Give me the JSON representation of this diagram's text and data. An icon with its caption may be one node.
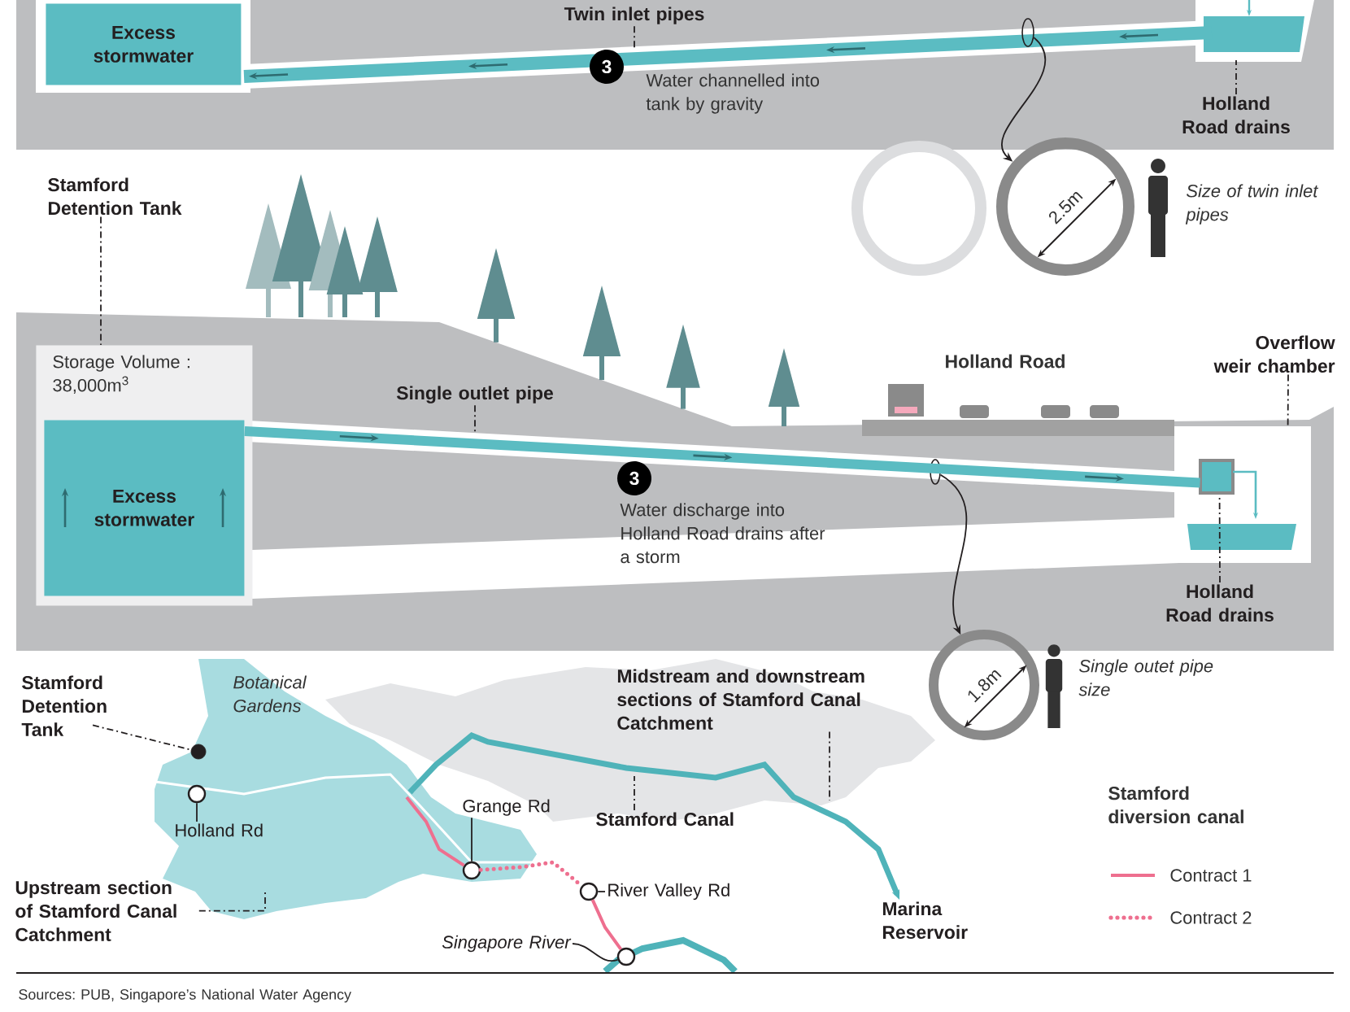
{
  "diagram": {
    "nodes": [
      {
        "text": [
          "Twin inlet pipes"
        ]
      },
      {
        "text": [
          "Excess stormwater"
        ]
      },
      {
        "text": [
          "3"
        ],
        "beside": [
          "Water channelled into tank by gravity"
        ]
      },
      {
        "text": [],
        "shape": "circle"
      },
      {
        "text": [
          "Holland Road drains"
        ]
      },
      {
        "text": [
          "2.5m"
        ],
        "beside": [
          "Size of twin inlet pipes"
        ]
      },
      {
        "text": [
          "Stamford Detention Tank"
        ]
      },
      {
        "text": [
          "Storage Volume : 38,000m$^{3}$"
        ]
      },
      {
        "text": [
          "Excess stormwater"
        ],
        "in": 7
      },
      {
        "text": [
          "Single outlet pipe"
        ]
      },
      {
        "text": [
          "3"
        ],
        "beside": [
          "Water discharge into Holland Road drains after a storm"
        ]
      },
      {
        "text": [],
        "shape": "circle"
      },
      {
        "text": [
          "Overflow weir chamber"
        ]
      },
      {
        "text": [
          "Holland Road drains"
        ]
      },
      {
        "text": [
          "1.8m"
        ],
        "beside": [
          "Single outet pipe size"
        ]
      },
      {
        "text": [
          "Stamford Detention Tank"
        ]
      },
      {
        "text": [],
        "shape": "circle"
      },
      {
        "text": [
          "Holland Rd"
        ]
      },
      {
        "text": [],
        "shape": "circle"
      },
      {
        "text": [
          "Grange Rd"
        ]
      },
      {
        "text": [],
        "shape": "circle"
      },
      {
        "text": [
          "River Valley Rd"
        ]
      },
      {
        "text": [],
        "shape": "circle"
      },
      {
        "text": [
          "Singapore River"
        ]
      },
      {
        "text": [],
        "shape": "circle"
      },
      {
        "text": [
          "Upstream section of Stamford Canal Catchment"
        ]
      },
      {
        "text": [
          "Midstream and downstream sections of Stamford Canal Catchment"
        ]
      },
      {
        "text": [
          "Stamford Canal"
        ]
      },
      {
        "text": [
          "Marina Reservoir"
        ]
      },
      {
        "text": [],
        "shape": "box"
      }
    ],
    "edges": [
      {
        "from": 0,
        "to": null,
        "arrow": "none",
        "style": "dashed"
      },
      {
        "from": 3,
        "to": 5,
        "arrow": "to"
      },
      {
        "from": 4,
        "to": null,
        "arrow": "none",
        "style": "dashed"
      },
      {
        "from": 6,
        "to": 7,
        "arrow": "none",
        "style": "dashed"
      },
      {
        "from": 9,
        "to": null,
        "arrow": "none",
        "style": "dashed"
      },
      {
        "from": 11,
        "to": 14,
        "arrow": "to"
      },
      {
        "from": 12,
        "to": 29,
        "arrow": "none",
        "style": "dashed"
      },
      {
        "from": 13,
        "to": 29,
        "arrow": "none",
        "style": "dashed"
      },
      {
        "from": 15,
        "to": 16,
        "arrow": "none",
        "style": "dashed"
      },
      {
        "from": 17,
        "to": 18,
        "arrow": "none"
      },
      {
        "from": 19,
        "to": 20,
        "arrow": "none"
      },
      {
        "from": 21,
        "to": 22,
        "arrow": "none"
      },
      {
        "from": 23,
        "to": 24,
        "arrow": "none"
      },
      {
        "from": 25,
        "to": null,
        "arrow": "none",
        "style": "dashed"
      },
      {
        "from": 26,
        "to": null,
        "arrow": "none",
        "style": "dashed"
      },
      {
        "from": 27,
        "to": null,
        "arrow": "none",
        "style": "dashed"
      },
      {
        "from": null,
        "to": 28,
        "arrow": "to",
        "style": "thick",
        "color": "#4fb3b9"
      },
      {
        "from": null,
        "to": 20,
        "arrow": "none",
        "color": "#ee6f8f"
      },
      {
        "from": 20,
        "to": 22,
        "arrow": "none",
        "style": "dashed",
        "color": "#ee6f8f"
      },
      {
        "from": 22,
        "to": 24,
        "arrow": "none",
        "color": "#ee6f8f"
      },
      {
        "from": 8,
        "to": 29,
        "arrow": "to",
        "style": "thick",
        "color": "#5bbcc2"
      }
    ],
    "labels": [
      "Holland Road",
      "Botanical Gardens",
      "Stamford diversion canal",
      "Sources: PUB, Singapore’s National Water Agency"
    ],
    "legend": [
      {
        "text": "Contract 1"
      },
      {
        "text": "Contract 2"
      }
    ]
  }
}
